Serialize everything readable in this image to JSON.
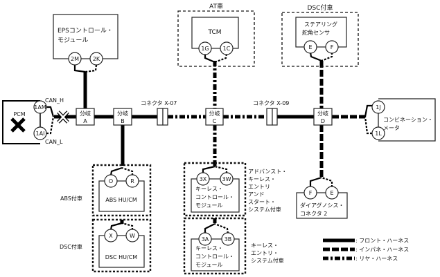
{
  "diagram": {
    "modules": {
      "eps": {
        "label_line1": "EPSコントロール・",
        "label_line2": "モジュール",
        "pins": [
          "2M",
          "2K"
        ]
      },
      "pcm": {
        "label": "PCM",
        "pins": [
          "1AM",
          "1AI"
        ],
        "signal_high": "CAN_H",
        "signal_low": "CAN_L"
      },
      "tcm": {
        "label": "TCM",
        "pins": [
          "1G",
          "1C"
        ],
        "group_label": "AT車"
      },
      "steering": {
        "label_line1": "ステアリング",
        "label_line2": "舵角センサ",
        "pins": [
          "E",
          "F"
        ],
        "group_label": "DSC付車"
      },
      "meter": {
        "label_line1": "コンビネーション・",
        "label_line2": "メータ",
        "pins": [
          "1J",
          "1L"
        ]
      },
      "abs": {
        "label": "ABS HU/CM",
        "pins": [
          "O",
          "R"
        ],
        "group_label": "ABS付車"
      },
      "dsc": {
        "label": "DSC HU/CM",
        "pins": [
          "X",
          "W"
        ],
        "group_label": "DSC付車"
      },
      "keyless_adv": {
        "label_lines": [
          "キーレス・",
          "コントロール・",
          "モジュール"
        ],
        "pins": [
          "3X",
          "3W"
        ],
        "group_label_lines": [
          "アドバンスト・",
          "キーレス・",
          "エントリ",
          "アンド",
          "スタート・",
          "システム付車"
        ]
      },
      "keyless": {
        "label_lines": [
          "キーレス・",
          "コントロール・",
          "モジュール"
        ],
        "pins": [
          "3A",
          "3B"
        ],
        "group_label_lines": [
          "キーレス・",
          "エントリ・",
          "システム付車"
        ]
      },
      "diag": {
        "label_line1": "ダイアグノシス・",
        "label_line2": "コネクタ 2",
        "pins": [
          "F",
          "E"
        ]
      }
    },
    "branches": [
      {
        "line1": "分岐",
        "line2": "A"
      },
      {
        "line1": "分岐",
        "line2": "B"
      },
      {
        "line1": "分岐",
        "line2": "C"
      },
      {
        "line1": "分岐",
        "line2": "D"
      }
    ],
    "connectors": [
      {
        "label": "コネクタ X-07"
      },
      {
        "label": "コネクタ X-09"
      }
    ],
    "legend": [
      {
        "style": "solid",
        "label": ": フロント・ハーネス"
      },
      {
        "style": "dashed",
        "label": ": インパネ・ハーネス"
      },
      {
        "style": "dashdot",
        "label": ": リヤ・ハーネス"
      }
    ]
  }
}
